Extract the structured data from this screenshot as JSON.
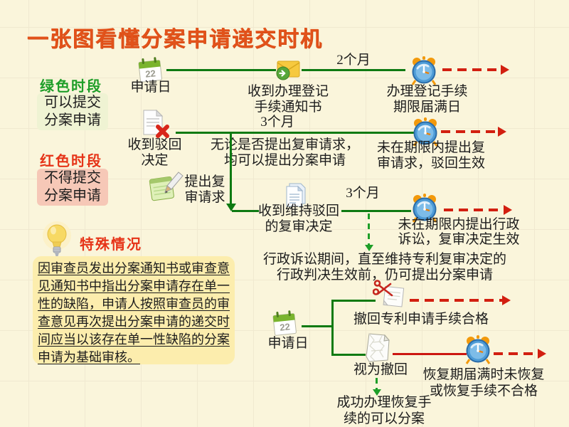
{
  "title": "一张图看懂分案申请递交时机",
  "sidebar": {
    "green_heading": "绿色时段",
    "green_box": "可以提交\n分案申请",
    "red_heading": "红色时段",
    "red_box": "不得提交\n分案申请"
  },
  "special": {
    "heading": "特殊情况",
    "body": "因审查员发出分案通知书或审查意见通知书中指出分案申请存在单一性的缺陷，申请人按照审查员的审查意见再次提出分案申请的递交时间应当以该存在单一性缺陷的分案申请为基础审核。"
  },
  "flow_registration": {
    "start_label": "申请日",
    "notice_label": "收到办理登记\n手续通知书",
    "duration_label": "2个月",
    "deadline_label": "办理登记手续\n期限届满日"
  },
  "flow_rejection": {
    "start_label": "收到驳回\n决定",
    "duration_label": "3个月",
    "note": "无论是否提出复审请求，\n均可以提出分案申请",
    "deadline_note": "未在期限内提出复\n审请求，驳回生效"
  },
  "flow_reexam": {
    "request_label": "提出复\n审请求",
    "decision_label": "收到维持驳回\n的复审决定",
    "duration_label": "3个月",
    "deadline_note": "未在期限内提出行政\n诉讼，复审决定生效",
    "litigation_note": "行政诉讼期间，直至维持专利复审决定的\n行政判决生效前，仍可提出分案申请"
  },
  "flow_withdrawal": {
    "start_label": "申请日",
    "withdraw_label": "撤回专利申请手续合格",
    "deemed_label": "视为撤回",
    "recover_fail_note": "恢复期届满时未恢复\n或恢复手续不合格",
    "recover_ok_note": "成功办理恢复手\n续的可以分案"
  },
  "icons": {
    "calendar": "calendar-day-22",
    "envelope": "received-notice-envelope",
    "rejected_document": "document-with-red-x",
    "alarm_clock": "blue-alarm-clock",
    "notepad": "notepad-with-pencil",
    "document": "stacked-documents",
    "scissors_paper": "scissors-cutting-paper",
    "crumpled_paper": "crumpled-paper",
    "lightbulb": "lightbulb"
  },
  "colors": {
    "background": "#FAF5DB",
    "grid_line": "#F0E9D0",
    "title": "#E2521A",
    "green_heading": "#1E9E28",
    "red_heading": "#E63418",
    "green_box_bg": "#EFF3D3",
    "red_box_bg": "#F6C8B7",
    "special_box_bg": "#FCEDAD",
    "flow_green": "#0E7A12",
    "flow_red": "#D21F10",
    "text": "#1C1C1C"
  }
}
